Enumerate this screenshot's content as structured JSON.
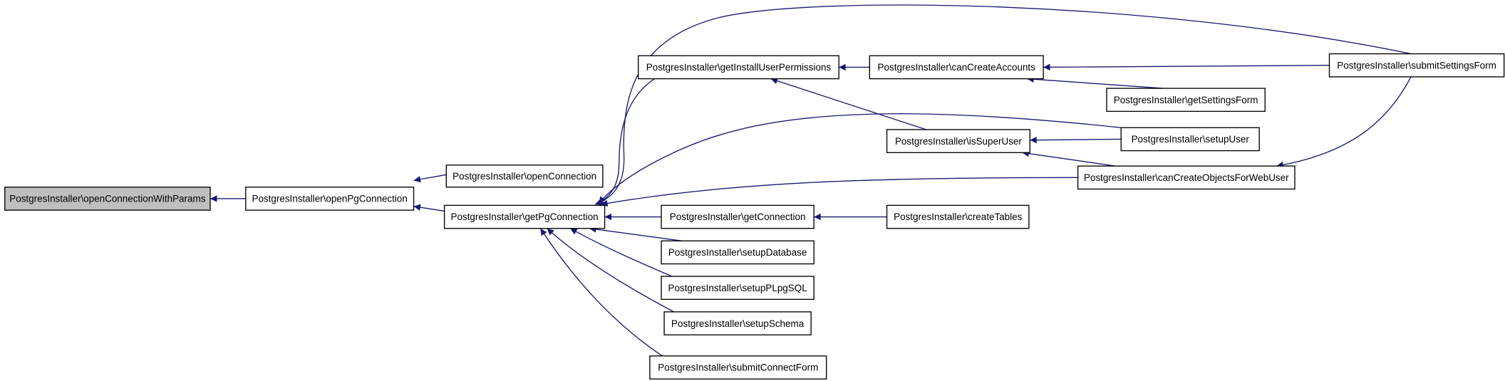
{
  "graph": {
    "type": "call-graph",
    "colors": {
      "edge": "#191970",
      "root_fill": "#bfbfbf",
      "node_fill": "#ffffff",
      "node_border": "#000000"
    },
    "nodes": [
      {
        "id": "openConnectionWithParams",
        "label": "PostgresInstaller\\openConnectionWithParams",
        "root": true
      },
      {
        "id": "openPgConnection",
        "label": "PostgresInstaller\\openPgConnection"
      },
      {
        "id": "openConnection",
        "label": "PostgresInstaller\\openConnection"
      },
      {
        "id": "getPgConnection",
        "label": "PostgresInstaller\\getPgConnection"
      },
      {
        "id": "getInstallUserPermissions",
        "label": "PostgresInstaller\\getInstallUserPermissions"
      },
      {
        "id": "canCreateAccounts",
        "label": "PostgresInstaller\\canCreateAccounts"
      },
      {
        "id": "submitSettingsForm",
        "label": "PostgresInstaller\\submitSettingsForm"
      },
      {
        "id": "getSettingsForm",
        "label": "PostgresInstaller\\getSettingsForm"
      },
      {
        "id": "isSuperUser",
        "label": "PostgresInstaller\\isSuperUser"
      },
      {
        "id": "setupUser",
        "label": "PostgresInstaller\\setupUser"
      },
      {
        "id": "canCreateObjectsForWebUser",
        "label": "PostgresInstaller\\canCreateObjectsForWebUser"
      },
      {
        "id": "getConnection",
        "label": "PostgresInstaller\\getConnection"
      },
      {
        "id": "createTables",
        "label": "PostgresInstaller\\createTables"
      },
      {
        "id": "setupDatabase",
        "label": "PostgresInstaller\\setupDatabase"
      },
      {
        "id": "setupPLpgSQL",
        "label": "PostgresInstaller\\setupPLpgSQL"
      },
      {
        "id": "setupSchema",
        "label": "PostgresInstaller\\setupSchema"
      },
      {
        "id": "submitConnectForm",
        "label": "PostgresInstaller\\submitConnectForm"
      }
    ],
    "edges": [
      {
        "from": "openPgConnection",
        "to": "openConnectionWithParams"
      },
      {
        "from": "openConnection",
        "to": "openPgConnection"
      },
      {
        "from": "getPgConnection",
        "to": "openPgConnection"
      },
      {
        "from": "getInstallUserPermissions",
        "to": "getPgConnection"
      },
      {
        "from": "submitSettingsForm",
        "to": "getPgConnection"
      },
      {
        "from": "setupUser",
        "to": "getPgConnection"
      },
      {
        "from": "canCreateObjectsForWebUser",
        "to": "getPgConnection"
      },
      {
        "from": "getConnection",
        "to": "getPgConnection"
      },
      {
        "from": "setupDatabase",
        "to": "getPgConnection"
      },
      {
        "from": "setupPLpgSQL",
        "to": "getPgConnection"
      },
      {
        "from": "setupSchema",
        "to": "getPgConnection"
      },
      {
        "from": "submitConnectForm",
        "to": "getPgConnection"
      },
      {
        "from": "canCreateAccounts",
        "to": "getInstallUserPermissions"
      },
      {
        "from": "isSuperUser",
        "to": "getInstallUserPermissions"
      },
      {
        "from": "submitSettingsForm",
        "to": "canCreateAccounts"
      },
      {
        "from": "getSettingsForm",
        "to": "canCreateAccounts"
      },
      {
        "from": "setupUser",
        "to": "isSuperUser"
      },
      {
        "from": "canCreateObjectsForWebUser",
        "to": "isSuperUser"
      },
      {
        "from": "submitSettingsForm",
        "to": "canCreateObjectsForWebUser"
      },
      {
        "from": "createTables",
        "to": "getConnection"
      }
    ]
  }
}
